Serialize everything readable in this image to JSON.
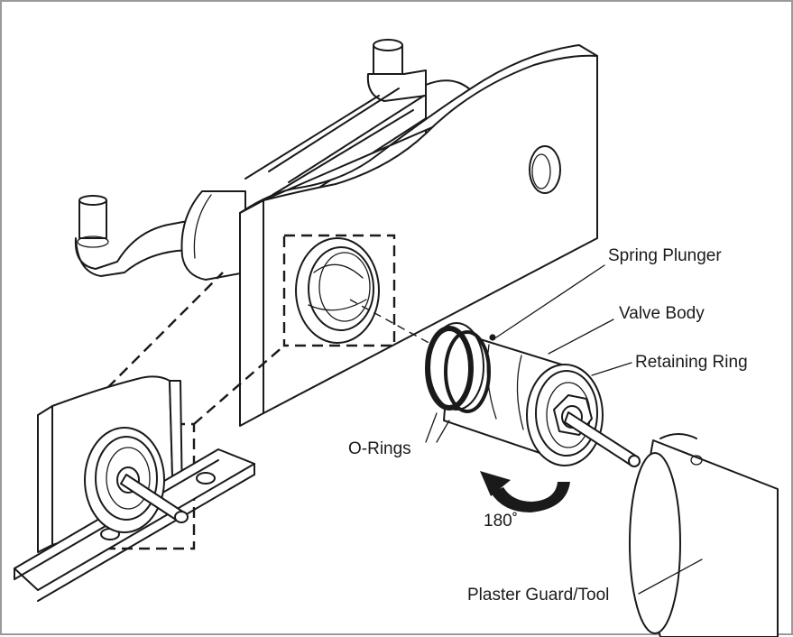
{
  "labels": {
    "spring_plunger": "Spring Plunger",
    "valve_body": "Valve Body",
    "retaining_ring": "Retaining Ring",
    "o_rings": "O-Rings",
    "rotation": "180˚",
    "plaster_guard": "Plaster Guard/Tool"
  },
  "colors": {
    "line": "#1a1a1a",
    "frame": "#9a9a9a",
    "background": "#ffffff"
  },
  "icons": {
    "rotation_arrow": "curved-arrow-icon"
  }
}
